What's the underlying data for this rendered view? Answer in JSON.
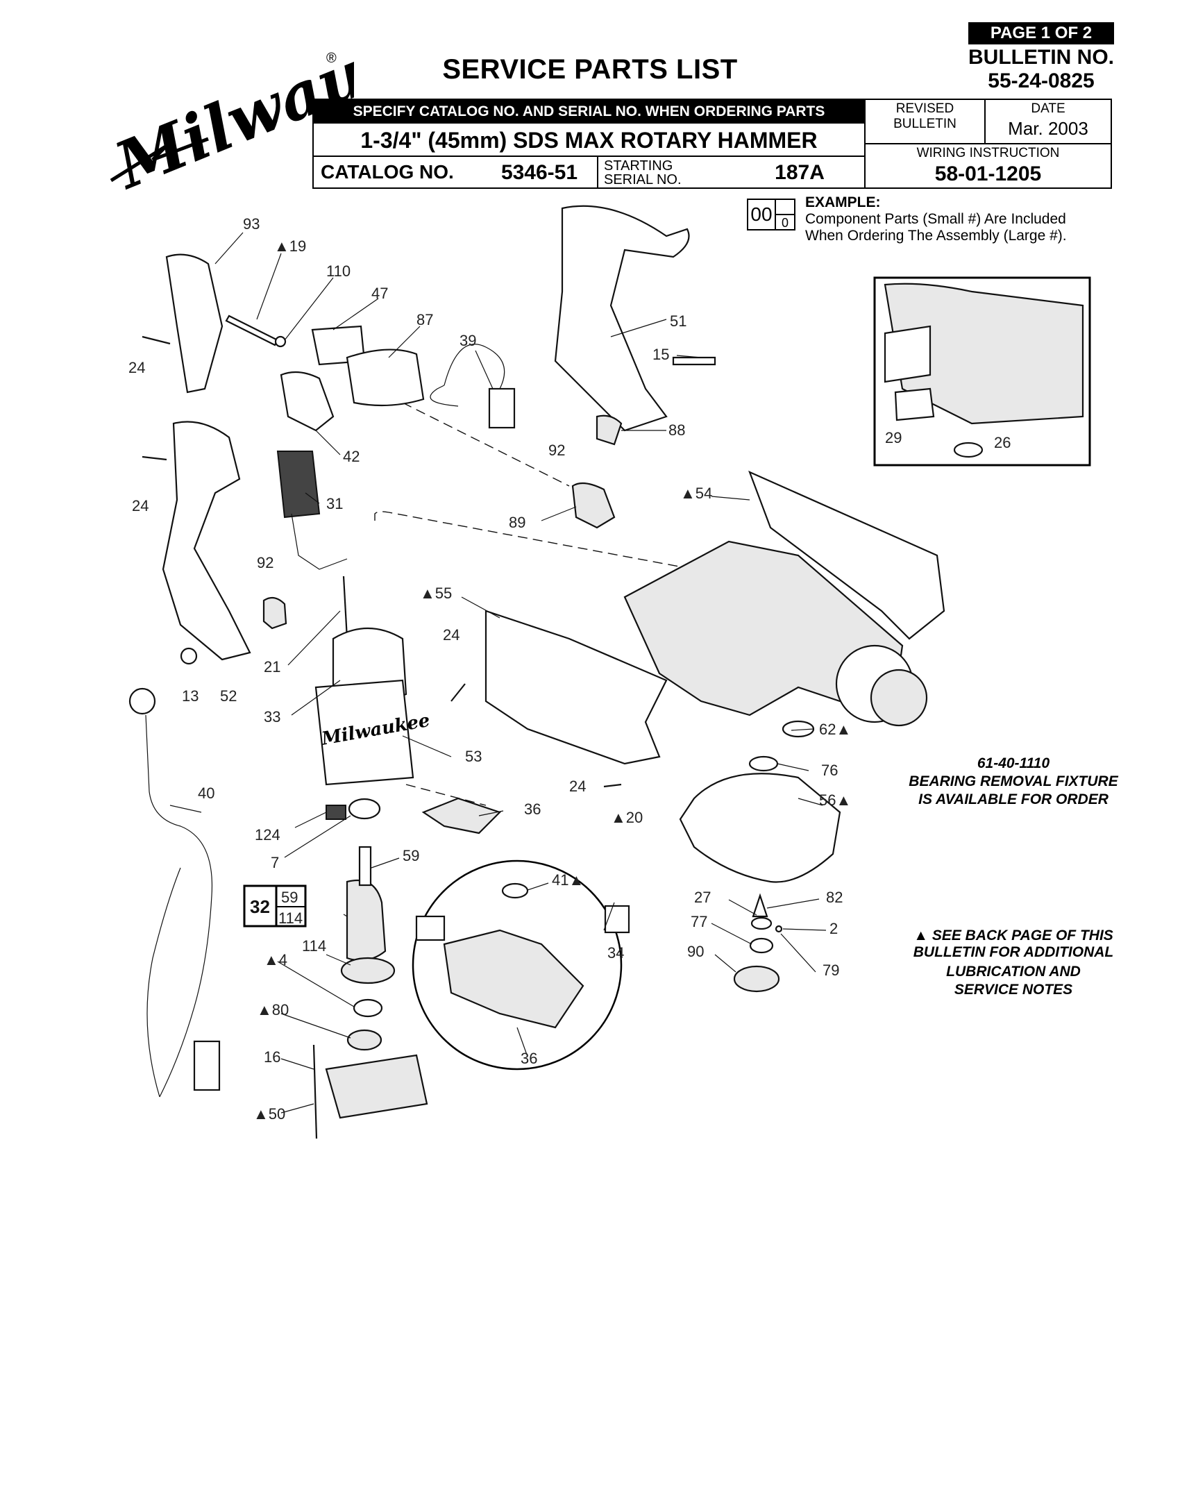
{
  "brand": {
    "logo_text": "Milwaukee",
    "registered_mark": "®"
  },
  "header": {
    "title": "SERVICE PARTS LIST",
    "page_badge": "PAGE 1 OF 2",
    "bulletin_label": "BULLETIN NO.",
    "bulletin_no": "55-24-0825",
    "specify_note": "SPECIFY CATALOG NO. AND SERIAL NO. WHEN ORDERING PARTS",
    "product_name": "1-3/4\" (45mm) SDS MAX ROTARY HAMMER",
    "catalog_label": "CATALOG NO.",
    "catalog_no": "5346-51",
    "starting_label_1": "STARTING",
    "starting_label_2": "SERIAL NO.",
    "serial_no": "187A",
    "revised_label": "REVISED BULLETIN",
    "revised_value": "",
    "date_label": "DATE",
    "date_value": "Mar. 2003",
    "wiring_label": "WIRING INSTRUCTION",
    "wiring_no": "58-01-1205"
  },
  "example": {
    "big": "00",
    "small": "0",
    "title": "EXAMPLE:",
    "line1": "Component Parts (Small #) Are Included",
    "line2": "When Ordering The Assembly (Large #)."
  },
  "notes": {
    "fixture_1": "61-40-1110",
    "fixture_2": "BEARING REMOVAL FIXTURE",
    "fixture_3": "IS AVAILABLE FOR ORDER",
    "back_1": "▲ SEE BACK PAGE OF THIS",
    "back_2": "BULLETIN FOR ADDITIONAL",
    "back_3": "LUBRICATION AND",
    "back_4": "SERVICE NOTES"
  },
  "assembly_box": {
    "big": "32",
    "small_1": "59",
    "small_2": "114"
  },
  "callouts": {
    "p93": "93",
    "p19": "▲19",
    "p110": "110",
    "p47": "47",
    "p87": "87",
    "p39": "39",
    "p51": "51",
    "p15": "15",
    "p88": "88",
    "p92a": "92",
    "p24a": "24",
    "p42": "42",
    "p24b": "24",
    "p31": "31",
    "p89": "89",
    "p54": "▲54",
    "p92b": "92",
    "p55": "▲55",
    "p24c": "24",
    "p21": "21",
    "p13": "13",
    "p52": "52",
    "p33": "33",
    "p53": "53",
    "p62": "62▲",
    "p76": "76",
    "p56": "56▲",
    "p24d": "24",
    "p40": "40",
    "p124": "124",
    "p36a": "36",
    "p7": "7",
    "p59": "59",
    "p20": "▲20",
    "p41": "41▲",
    "p34": "34",
    "p27": "27",
    "p82": "82",
    "p2": "2",
    "p77": "77",
    "p79": "79",
    "p90": "90",
    "p114": "114",
    "p4": "▲4",
    "p80": "▲80",
    "p16": "16",
    "p50": "▲50",
    "p36b": "36",
    "p29": "29",
    "p26": "26"
  }
}
